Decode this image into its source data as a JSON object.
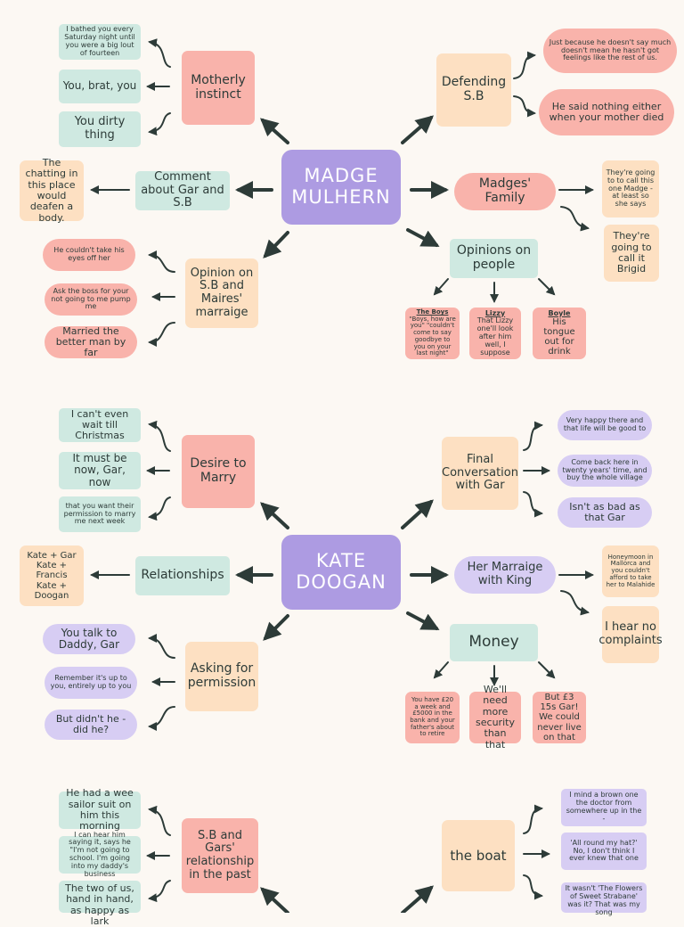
{
  "maps": [
    {
      "center": "MADGE MULHERN",
      "motherly": {
        "label": "Motherly instinct",
        "leaves": [
          "I bathed you every Saturday night until you were a big lout of fourteen",
          "You, brat, you",
          "You dirty thing"
        ]
      },
      "defending": {
        "label": "Defending S.B",
        "leaves": [
          "Just because he doesn't say much doesn't mean he hasn't got feelings like the rest of us.",
          "He said nothing either when your mother died"
        ]
      },
      "comment": {
        "label": "Comment about Gar and S.B",
        "leaf": "The chatting in this place would deafen a body."
      },
      "family": {
        "label": "Madges' Family",
        "leaves": [
          "They're going to to call this one Madge - at least so she says",
          "They're going to call it Brigid"
        ]
      },
      "opinion_sb": {
        "label": "Opinion on S.B and Maires' marraige",
        "leaves": [
          "He couldn't take his eyes off her",
          "Ask the boss for your not going to me pump me",
          "Married the better man by far"
        ]
      },
      "opinions_people": {
        "label": "Opinions on people",
        "boys_title": "The Boys",
        "boys_text": "\"Boys, how are you\" \"couldn't come to say goodbye to you on your last night\"",
        "lizzy_title": "Lizzy",
        "lizzy_text": "That Lizzy one'll look after him well, I suppose",
        "boyle_title": "Boyle",
        "boyle_text": "His tongue out for drink"
      }
    },
    {
      "center": "KATE DOOGAN",
      "desire": {
        "label": "Desire to Marry",
        "leaves": [
          "I can't even wait till Christmas",
          "It must be now, Gar, now",
          "that you want their permission to marry me next week"
        ]
      },
      "final": {
        "label": "Final Conversation with Gar",
        "leaves": [
          "Very happy there and that life will be good to",
          "Come back here in twenty years' time, and buy the whole village",
          "Isn't as bad as that Gar"
        ]
      },
      "relationships": {
        "label": "Relationships",
        "leaf": "Kate + Gar\nKate + Francis\nKate + Doogan"
      },
      "marriage": {
        "label": "Her Marraige with King",
        "leaves": [
          "Honeymoon in Mallorca and you couldn't afford to take her to Malahide",
          "I hear no complaints"
        ]
      },
      "asking": {
        "label": "Asking for permission",
        "leaves": [
          "You talk to Daddy, Gar",
          "Remember it's up to you, entirely up to you",
          "But didn't he - did he?"
        ]
      },
      "money": {
        "label": "Money",
        "leaves": [
          "You have £20 a week and £5000 in the bank and your father's about to retire",
          "We'll need more security than that",
          "But £3 15s Gar! We could never live on that"
        ]
      }
    },
    {
      "sb": {
        "label": "S.B and Gars' relationship in the past",
        "leaves": [
          "He had a wee sailor suit on him this morning",
          "I can hear him saying it, says he \"I'm not going to school. I'm going into my daddy's business",
          "The two of us, hand in hand, as happy as lark"
        ]
      },
      "boat": {
        "label": "the boat",
        "leaves": [
          "I mind a brown one the doctor from somewhere up in the -",
          "'All round my hat?' No, I don't think I ever knew that one",
          "It wasn't 'The Flowers of Sweet Strabane' was it? That was my song"
        ]
      }
    }
  ],
  "colors": {
    "background": "#fcf8f3",
    "lavender": "#ad9be2",
    "teal": "#cfe9e1",
    "peach": "#fde0c2",
    "pink": "#f9b3ab",
    "light_lavender": "#d7cdf3",
    "arrow": "#2d3b38"
  },
  "icons": [
    "arrow-icon",
    "curved-arrow-icon"
  ]
}
